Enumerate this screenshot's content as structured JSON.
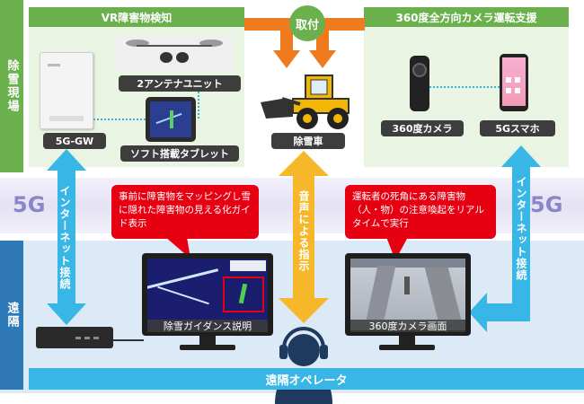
{
  "bands": {
    "site": "除雪現場",
    "remote": "遠隔"
  },
  "panels": {
    "vr": "VR障害物検知",
    "camera360": "360度全方向カメラ運転支援"
  },
  "install": "取付",
  "devices": {
    "gw": "5G-GW",
    "antenna": "2アンテナユニット",
    "tablet": "ソフト搭載タブレット",
    "snowplow": "除雪車",
    "cam": "360度カメラ",
    "phone": "5Gスマホ"
  },
  "network": {
    "fiveg": "5G",
    "internet": "インターネット接続",
    "voice": "音声による指示"
  },
  "bubbles": {
    "left": "事前に障害物をマッピングし雪に隠れた障害物の見える化ガイド表示",
    "right": "運転者の死角にある障害物（人・物）の注意喚起をリアルタイムで実行"
  },
  "screens": {
    "guidance": "除雪ガイダンス説明",
    "view360": "360度カメラ画面"
  },
  "operator": "遠隔オペレータ",
  "colors": {
    "green": "#6ab04c",
    "blue": "#2e78b7",
    "orange": "#f07a1e",
    "yellow": "#f6b82a",
    "red": "#e60012",
    "cyan": "#38b6e6"
  }
}
